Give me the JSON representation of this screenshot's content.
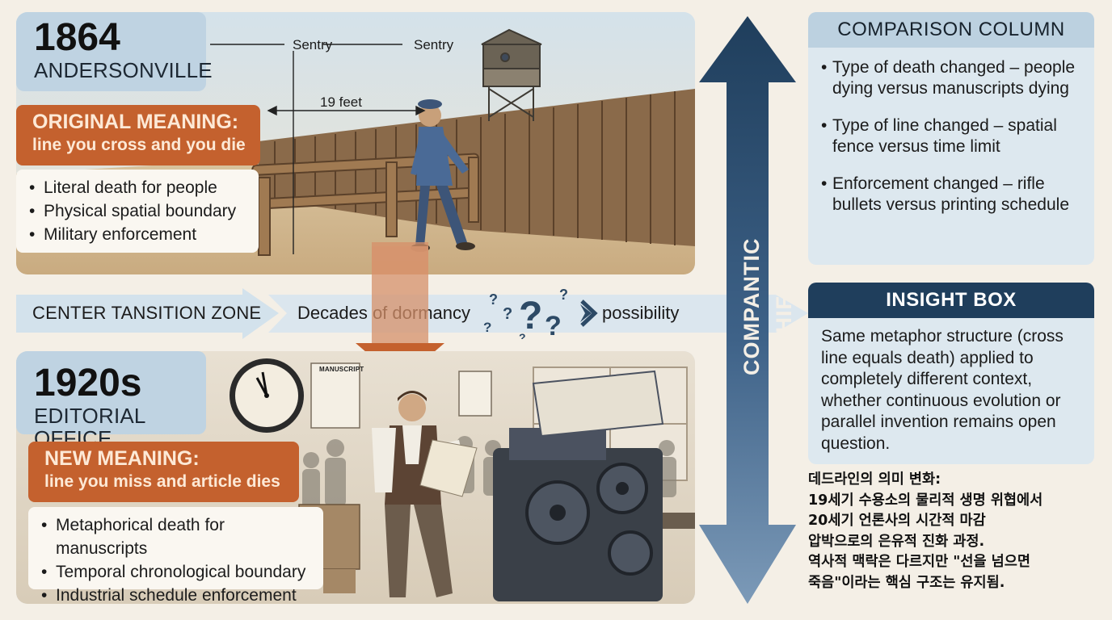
{
  "top": {
    "year": "1864",
    "place": "ANDERSONVILLE",
    "sentry_left": "Sentry",
    "sentry_right": "Sentry",
    "distance": "19 feet",
    "meaning_title": "ORIGINAL MEANING:",
    "meaning_sub": "line you cross and you die",
    "bullets": [
      "Literal death for people",
      "Physical spatial boundary",
      "Military enforcement"
    ]
  },
  "transition": {
    "zone_label": "CENTER TANSITION ZONE",
    "dormancy": "Decades of dormancy",
    "possibility": "possibility"
  },
  "bottom": {
    "year": "1920s",
    "place": "EDITORIAL OFFICE",
    "sign": "MANUSCRIPT",
    "meaning_title": "NEW MEANING:",
    "meaning_sub": "line you miss and article dies",
    "bullets": [
      "Metaphorical death for manuscripts",
      "Temporal chronological boundary",
      "Industrial schedule enforcement"
    ]
  },
  "shift_label": "COMPANTIC SHIFT",
  "comparison": {
    "title": "COMPARISON COLUMN",
    "items": [
      "Type of death changed – people dying versus manuscripts dying",
      "Type of line changed – spatial fence versus time limit",
      "Enforcement changed – rifle bullets versus printing schedule"
    ]
  },
  "insight": {
    "title": "INSIGHT BOX",
    "body": "Same metaphor structure (cross line equals death) applied to completely different context, whether continuous evolution or parallel invention remains open question."
  },
  "korean_note": {
    "lines": [
      "데드라인의 의미 변화:",
      "19세기 수용소의 물리적 생명 위협에서",
      "20세기 언론사의 시간적 마감",
      "압박으로의 은유적 진화 과정.",
      "역사적 맥락은 다르지만 \"선을 넘으면",
      "죽음\"이라는 핵심 구조는 유지됨."
    ]
  },
  "colors": {
    "navy": "#1f3e5c",
    "orange": "#c4612e",
    "light_blue": "#dbe7ef",
    "card_blue": "#bfd3e2",
    "cream": "#f4efe6"
  }
}
